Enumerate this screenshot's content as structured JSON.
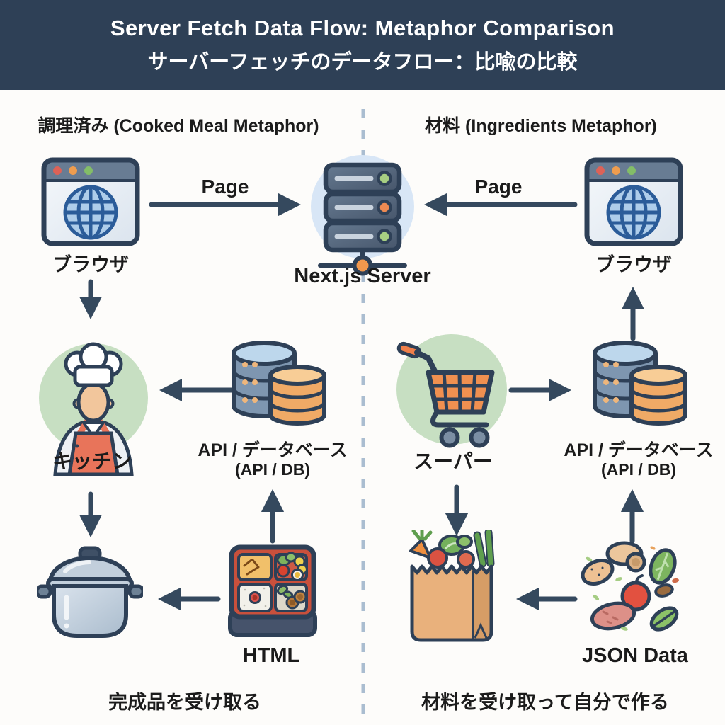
{
  "header": {
    "title": "Server Fetch Data Flow: Metaphor Comparison",
    "subtitle": "サーバーフェッチのデータフロー：比喩の比較"
  },
  "center": {
    "server_label": "Next.js Server"
  },
  "left_column": {
    "heading": "調理済み (Cooked Meal Metaphor)",
    "page_arrow_label": "Page",
    "browser_label": "ブラウザ",
    "kitchen_label": "キッチン",
    "api_label": "API / データベース",
    "api_sublabel": "(API / DB)",
    "html_label": "HTML",
    "caption": "完成品を受け取る"
  },
  "right_column": {
    "heading": "材料 (Ingredients Metaphor)",
    "page_arrow_label": "Page",
    "browser_label": "ブラウザ",
    "supermarket_label": "スーパー",
    "api_label": "API / データベース",
    "api_sublabel": "(API / DB)",
    "json_label": "JSON Data",
    "caption": "材料を受け取って自分で作る"
  },
  "colors": {
    "header_bg": "#2e4056",
    "outline_navy": "#2e4057",
    "arrow": "#35495e",
    "divider_dash": "#aabdd0",
    "green_circle": "#c7dfc2",
    "blue_circle": "#d8e6f6",
    "accent_orange": "#ef9455",
    "db_blue": "#7e96b0",
    "db_orange": "#f0aa66",
    "text": "#1b1b1b"
  }
}
